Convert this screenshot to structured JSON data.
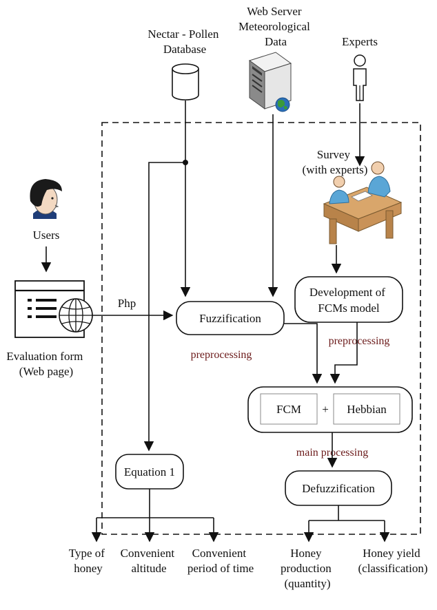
{
  "sources": {
    "database_label": [
      "Nectar - Pollen",
      "Database"
    ],
    "server_label": [
      "Web Server",
      "Meteorological",
      "Data"
    ],
    "experts_label": "Experts"
  },
  "nodes": {
    "users_label": "Users",
    "survey_label": [
      "Survey",
      "(with experts)"
    ],
    "php_label": "Php",
    "form_label": [
      "Evaluation form",
      "(Web page)"
    ],
    "fuzzification_label": "Fuzzification",
    "development_label": [
      "Development of",
      "FCMs model"
    ],
    "preprocessing_left": "preprocessing",
    "preprocessing_right": "preprocessing",
    "fcm_label": "FCM",
    "plus_label": "+",
    "hebbian_label": "Hebbian",
    "main_processing": "main processing",
    "equation_label": "Equation 1",
    "defuzzification_label": "Defuzzification"
  },
  "outputs": {
    "type_of_honey": [
      "Type of",
      "honey"
    ],
    "convenient_altitude": [
      "Convenient",
      "altitude"
    ],
    "convenient_period": [
      "Convenient",
      "period of time"
    ],
    "honey_production": [
      "Honey",
      "production",
      "(quantity)"
    ],
    "honey_yield": [
      "Honey yield",
      "(classification)"
    ]
  },
  "colors": {
    "preprocessing_text": "#6b1a1a",
    "globe_green": "#3a9a3a",
    "globe_blue": "#2a6fb8",
    "survey_blue": "#5aa6d6",
    "desk_tan": "#d9a66b"
  },
  "icons": [
    "database-icon",
    "web-server-icon",
    "expert-person-icon",
    "user-head-icon",
    "survey-meeting-icon",
    "web-form-icon",
    "globe-icon"
  ]
}
